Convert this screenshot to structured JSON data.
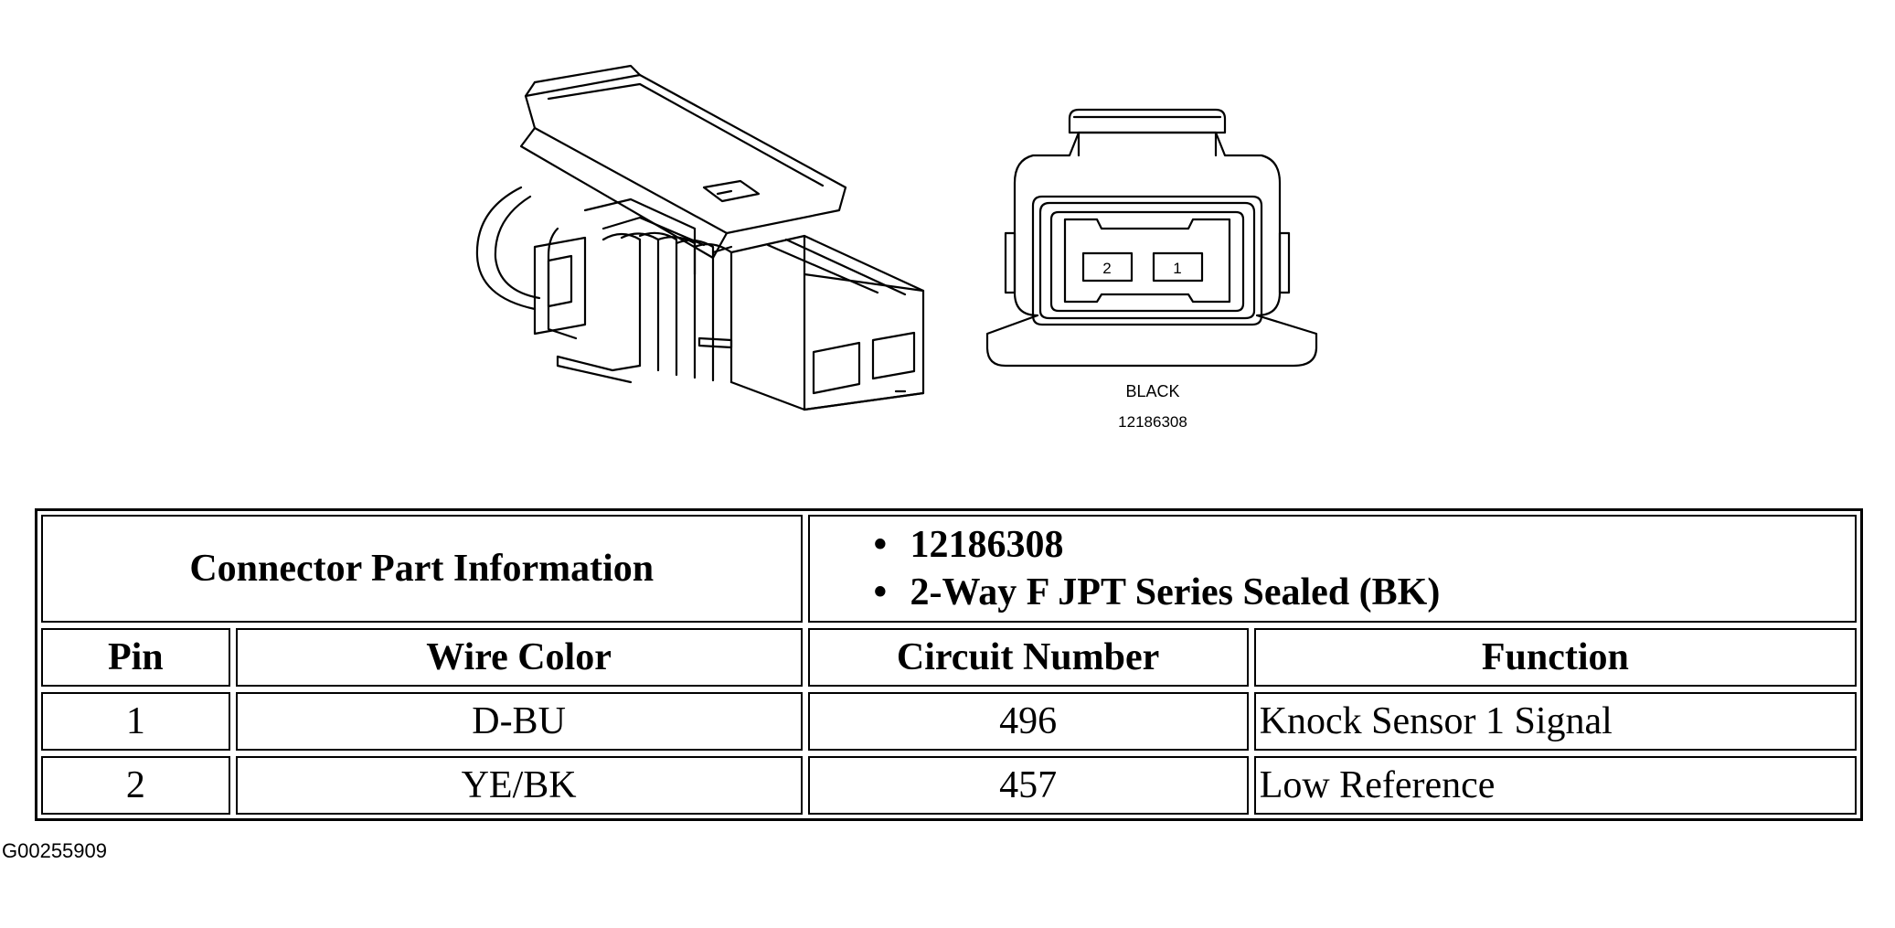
{
  "connector_view": {
    "pin_labels": [
      "2",
      "1"
    ],
    "color_label": "BLACK",
    "part_label": "12186308"
  },
  "table": {
    "part_info_header": "Connector Part Information",
    "part_info_items": [
      "12186308",
      "2-Way F JPT Series Sealed (BK)"
    ],
    "columns": [
      "Pin",
      "Wire Color",
      "Circuit Number",
      "Function"
    ],
    "rows": [
      {
        "pin": "1",
        "wire_color": "D-BU",
        "circuit": "496",
        "function": "Knock Sensor 1 Signal"
      },
      {
        "pin": "2",
        "wire_color": "YE/BK",
        "circuit": "457",
        "function": "Low Reference"
      }
    ]
  },
  "figure_id": "G00255909"
}
